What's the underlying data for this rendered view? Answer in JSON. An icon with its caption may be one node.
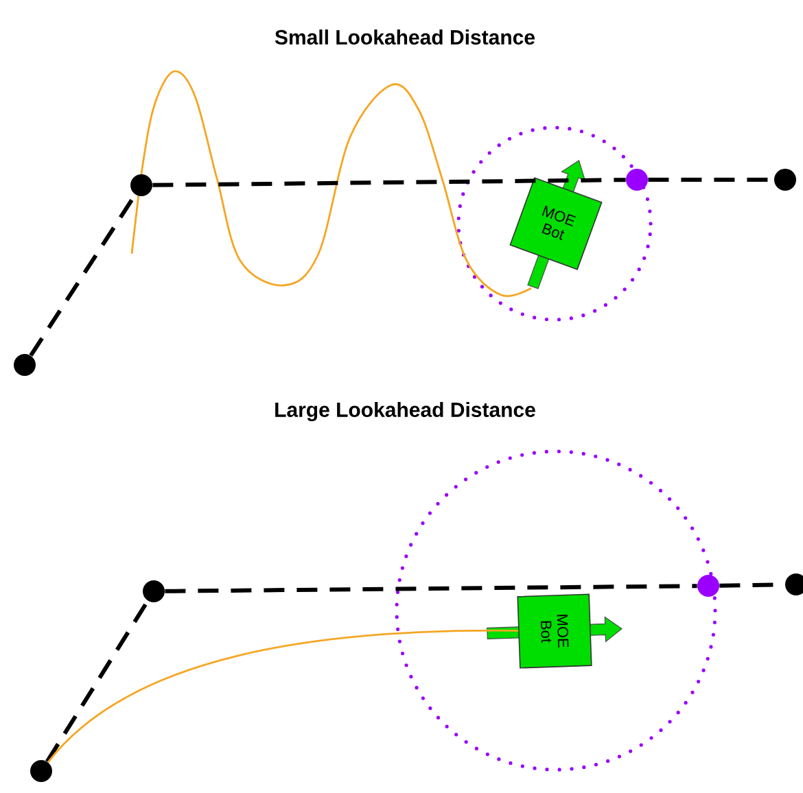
{
  "diagram": {
    "nodes": [
      {
        "text": [],
        "shape": "circle"
      },
      {
        "text": [],
        "shape": "circle"
      },
      {
        "text": [],
        "shape": "circle"
      },
      {
        "text": [],
        "shape": "circle"
      },
      {
        "text": [
          "MOE Bot"
        ]
      },
      {
        "text": [],
        "shape": "circle"
      },
      {
        "text": [],
        "shape": "circle"
      },
      {
        "text": [
          "MOE Bot"
        ]
      },
      {
        "text": [],
        "shape": "circle"
      },
      {
        "text": [],
        "shape": "circle"
      }
    ],
    "edges": [
      {
        "from": 0,
        "to": 1,
        "arrow": "none",
        "style": "dashed"
      },
      {
        "from": 1,
        "to": 2,
        "arrow": "none",
        "style": "dashed"
      },
      {
        "from": 2,
        "to": 3,
        "arrow": "none",
        "style": "dashed"
      },
      {
        "from": 5,
        "to": 6,
        "arrow": "none",
        "style": "dashed"
      },
      {
        "from": 6,
        "to": 8,
        "arrow": "none",
        "style": "dashed"
      },
      {
        "from": 8,
        "to": 9,
        "arrow": "none",
        "style": "dashed"
      },
      {
        "from": 5,
        "to": 7,
        "arrow": "none",
        "color": "#f5a623"
      }
    ],
    "labels": [
      "Small Lookahead Distance",
      "Large Lookahead Distance"
    ]
  }
}
